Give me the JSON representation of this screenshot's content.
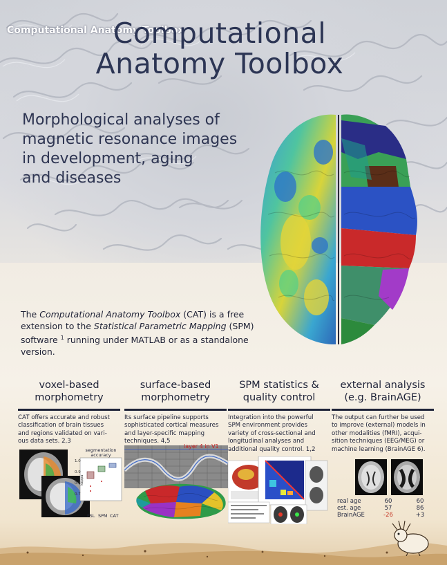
{
  "header": {
    "corner_label": "Computational Anatomy Toolbox",
    "title_line1": "Computational",
    "title_line2": "Anatomy Toolbox"
  },
  "subtitle": {
    "line1": "Morphological analyses of",
    "line2": "magnetic resonance images",
    "line3": "in development, aging",
    "line4": "and diseases"
  },
  "intro": {
    "p1": "The ",
    "cat_name": "Computational Anatomy Toolbox",
    "p2": " (CAT) is a free",
    "p3": "extension to the ",
    "spm_name": "Statistical Parametric Mapping",
    "p4": " (SPM)",
    "p5": "software ",
    "ref": "1",
    "p6": " running under MATLAB or as a standalone version."
  },
  "columns": [
    {
      "title1": "voxel-based",
      "title2": "morphometry",
      "lines": [
        "CAT offers accurate and robust",
        "classification of brain tissues",
        "and regions validated on vari-",
        "ous data sets. 2,3"
      ]
    },
    {
      "title1": "surface-based",
      "title2": "morphometry",
      "lines": [
        "Its surface pipeline supports",
        "sophisticated cortical measures",
        "and layer-specific mapping",
        "techniques. 4,5"
      ]
    },
    {
      "title1": "SPM statistics &",
      "title2": "quality control",
      "lines": [
        "Integration into the powerful",
        "SPM environment provides",
        "variety of cross-sectional and",
        "longitudinal analyses and",
        "additional quality control. 1,2"
      ]
    },
    {
      "title1": "external analysis",
      "title2": "(e.g. BrainAGE)",
      "lines": [
        "The output can further be used",
        "to improve (external) models in",
        "other modalities (fMRI), acqui-",
        "sition techniques (EEG/MEG) or",
        "machine learning (BrainAGE 6)."
      ]
    }
  ],
  "figures": {
    "segmentation_title1": "segmentation",
    "segmentation_title2": "accuracy",
    "seg_ylabel": "kappa",
    "seg_yticks": [
      "1.0",
      "0.9",
      "0.8",
      "0.7"
    ],
    "seg_xticks": [
      "FSL",
      "SPM",
      "CAT"
    ],
    "layer_label": "layer 4 in V1",
    "brainage": {
      "rows": [
        {
          "label": "real age",
          "a": "60",
          "b": "60"
        },
        {
          "label": "est. age",
          "a": "57",
          "b": "86"
        },
        {
          "label": "BrainAGE",
          "a": "-26",
          "b": "+3"
        }
      ]
    }
  },
  "colors": {
    "title": "#2c3554",
    "text": "#1e2238",
    "brainage_negative": "#c63b2a"
  }
}
